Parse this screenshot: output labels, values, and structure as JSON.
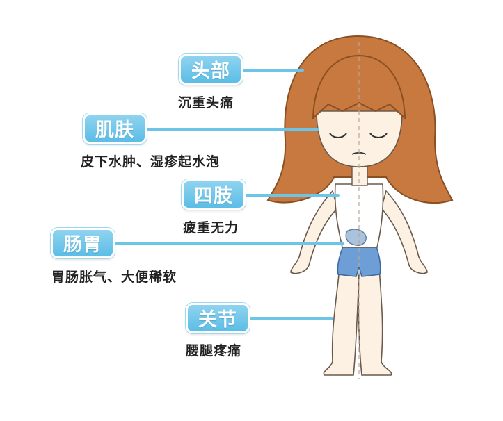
{
  "callouts": [
    {
      "label": "头部",
      "symptom": "沉重头痛"
    },
    {
      "label": "肌肤",
      "symptom": "皮下水肿、湿疹起水泡"
    },
    {
      "label": "四肢",
      "symptom": "疲重无力"
    },
    {
      "label": "肠胃",
      "symptom": "胃肠胀气、大便稀软"
    },
    {
      "label": "关节",
      "symptom": "腰腿疼痛"
    }
  ],
  "colors": {
    "badge": "#6cc4e8",
    "connector": "#6cc4e8",
    "hair": "#c8793f",
    "skin": "#fdf1e4",
    "shorts": "#6d9fd6"
  }
}
